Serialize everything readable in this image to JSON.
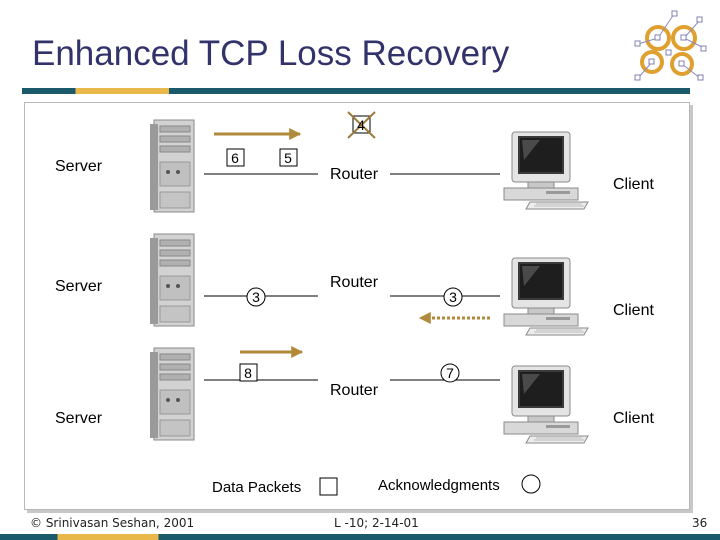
{
  "slide": {
    "title": "Enhanced TCP Loss Recovery",
    "labels": {
      "server": "Server",
      "router": "Router",
      "client": "Client"
    },
    "row1": {
      "packets": [
        "6",
        "5"
      ],
      "dropped": "4"
    },
    "row2": {
      "packet_left": "3",
      "ack_right": "3"
    },
    "row3": {
      "packet_left": "8",
      "ack_right": "7"
    },
    "legend": {
      "data_packets": "Data Packets",
      "acknowledgments": "Acknowledgments"
    },
    "footer": {
      "copyright": "© Srinivasan Seshan, 2001",
      "lecture": "L -10; 2-14-01",
      "page_number": "36"
    },
    "colors": {
      "title": "#33336b",
      "arrow": "#b08a3a",
      "drop_mark": "#9a7a3a"
    },
    "icons": [
      "server-tower-icon",
      "crt-computer-icon",
      "network-logo-icon"
    ]
  }
}
